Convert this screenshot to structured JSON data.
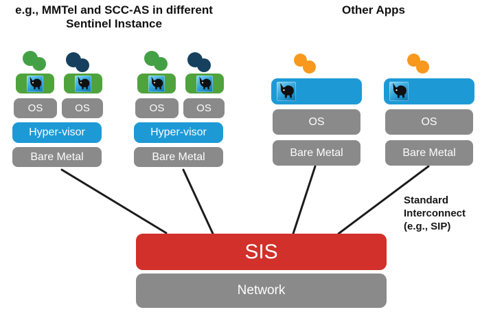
{
  "titles": {
    "left_line1": "e.g., MMTel and SCC-AS in different",
    "left_line2": "Sentinel Instance",
    "right": "Other Apps"
  },
  "annotation": {
    "text": "Standard\nInterconnect\n(e.g., SIP)"
  },
  "sentinel_stacks": [
    {
      "columns": [
        {
          "dots_color_name": "green",
          "dots_color": "#44a045",
          "os_label": "OS"
        },
        {
          "dots_color_name": "navy",
          "dots_color": "#16405e",
          "os_label": "OS"
        }
      ],
      "hypervisor_label": "Hyper-visor",
      "bare_metal_label": "Bare Metal"
    },
    {
      "columns": [
        {
          "dots_color_name": "green",
          "dots_color": "#44a045",
          "os_label": "OS"
        },
        {
          "dots_color_name": "navy",
          "dots_color": "#16405e",
          "os_label": "OS"
        }
      ],
      "hypervisor_label": "Hyper-visor",
      "bare_metal_label": "Bare Metal"
    }
  ],
  "app_stacks": [
    {
      "dots_color_name": "orange",
      "dots_color": "#f8981d",
      "os_label": "OS",
      "bare_metal_label": "Bare Metal"
    },
    {
      "dots_color_name": "orange",
      "dots_color": "#f8981d",
      "os_label": "OS",
      "bare_metal_label": "Bare Metal"
    }
  ],
  "sis": {
    "label": "SIS",
    "color": "#d2302a"
  },
  "network": {
    "label": "Network",
    "color": "#8a8a8a"
  },
  "icons": {
    "app_icon": "rhino-icon",
    "instance_dot": "app-instance-dot"
  },
  "colors": {
    "vm_box_green": "#4fa33c",
    "hypervisor_blue": "#1d9ad6",
    "app_box_blue": "#1d9ad6",
    "box_gray": "#8a8a8a",
    "connector_line": "#1c1c1c"
  }
}
